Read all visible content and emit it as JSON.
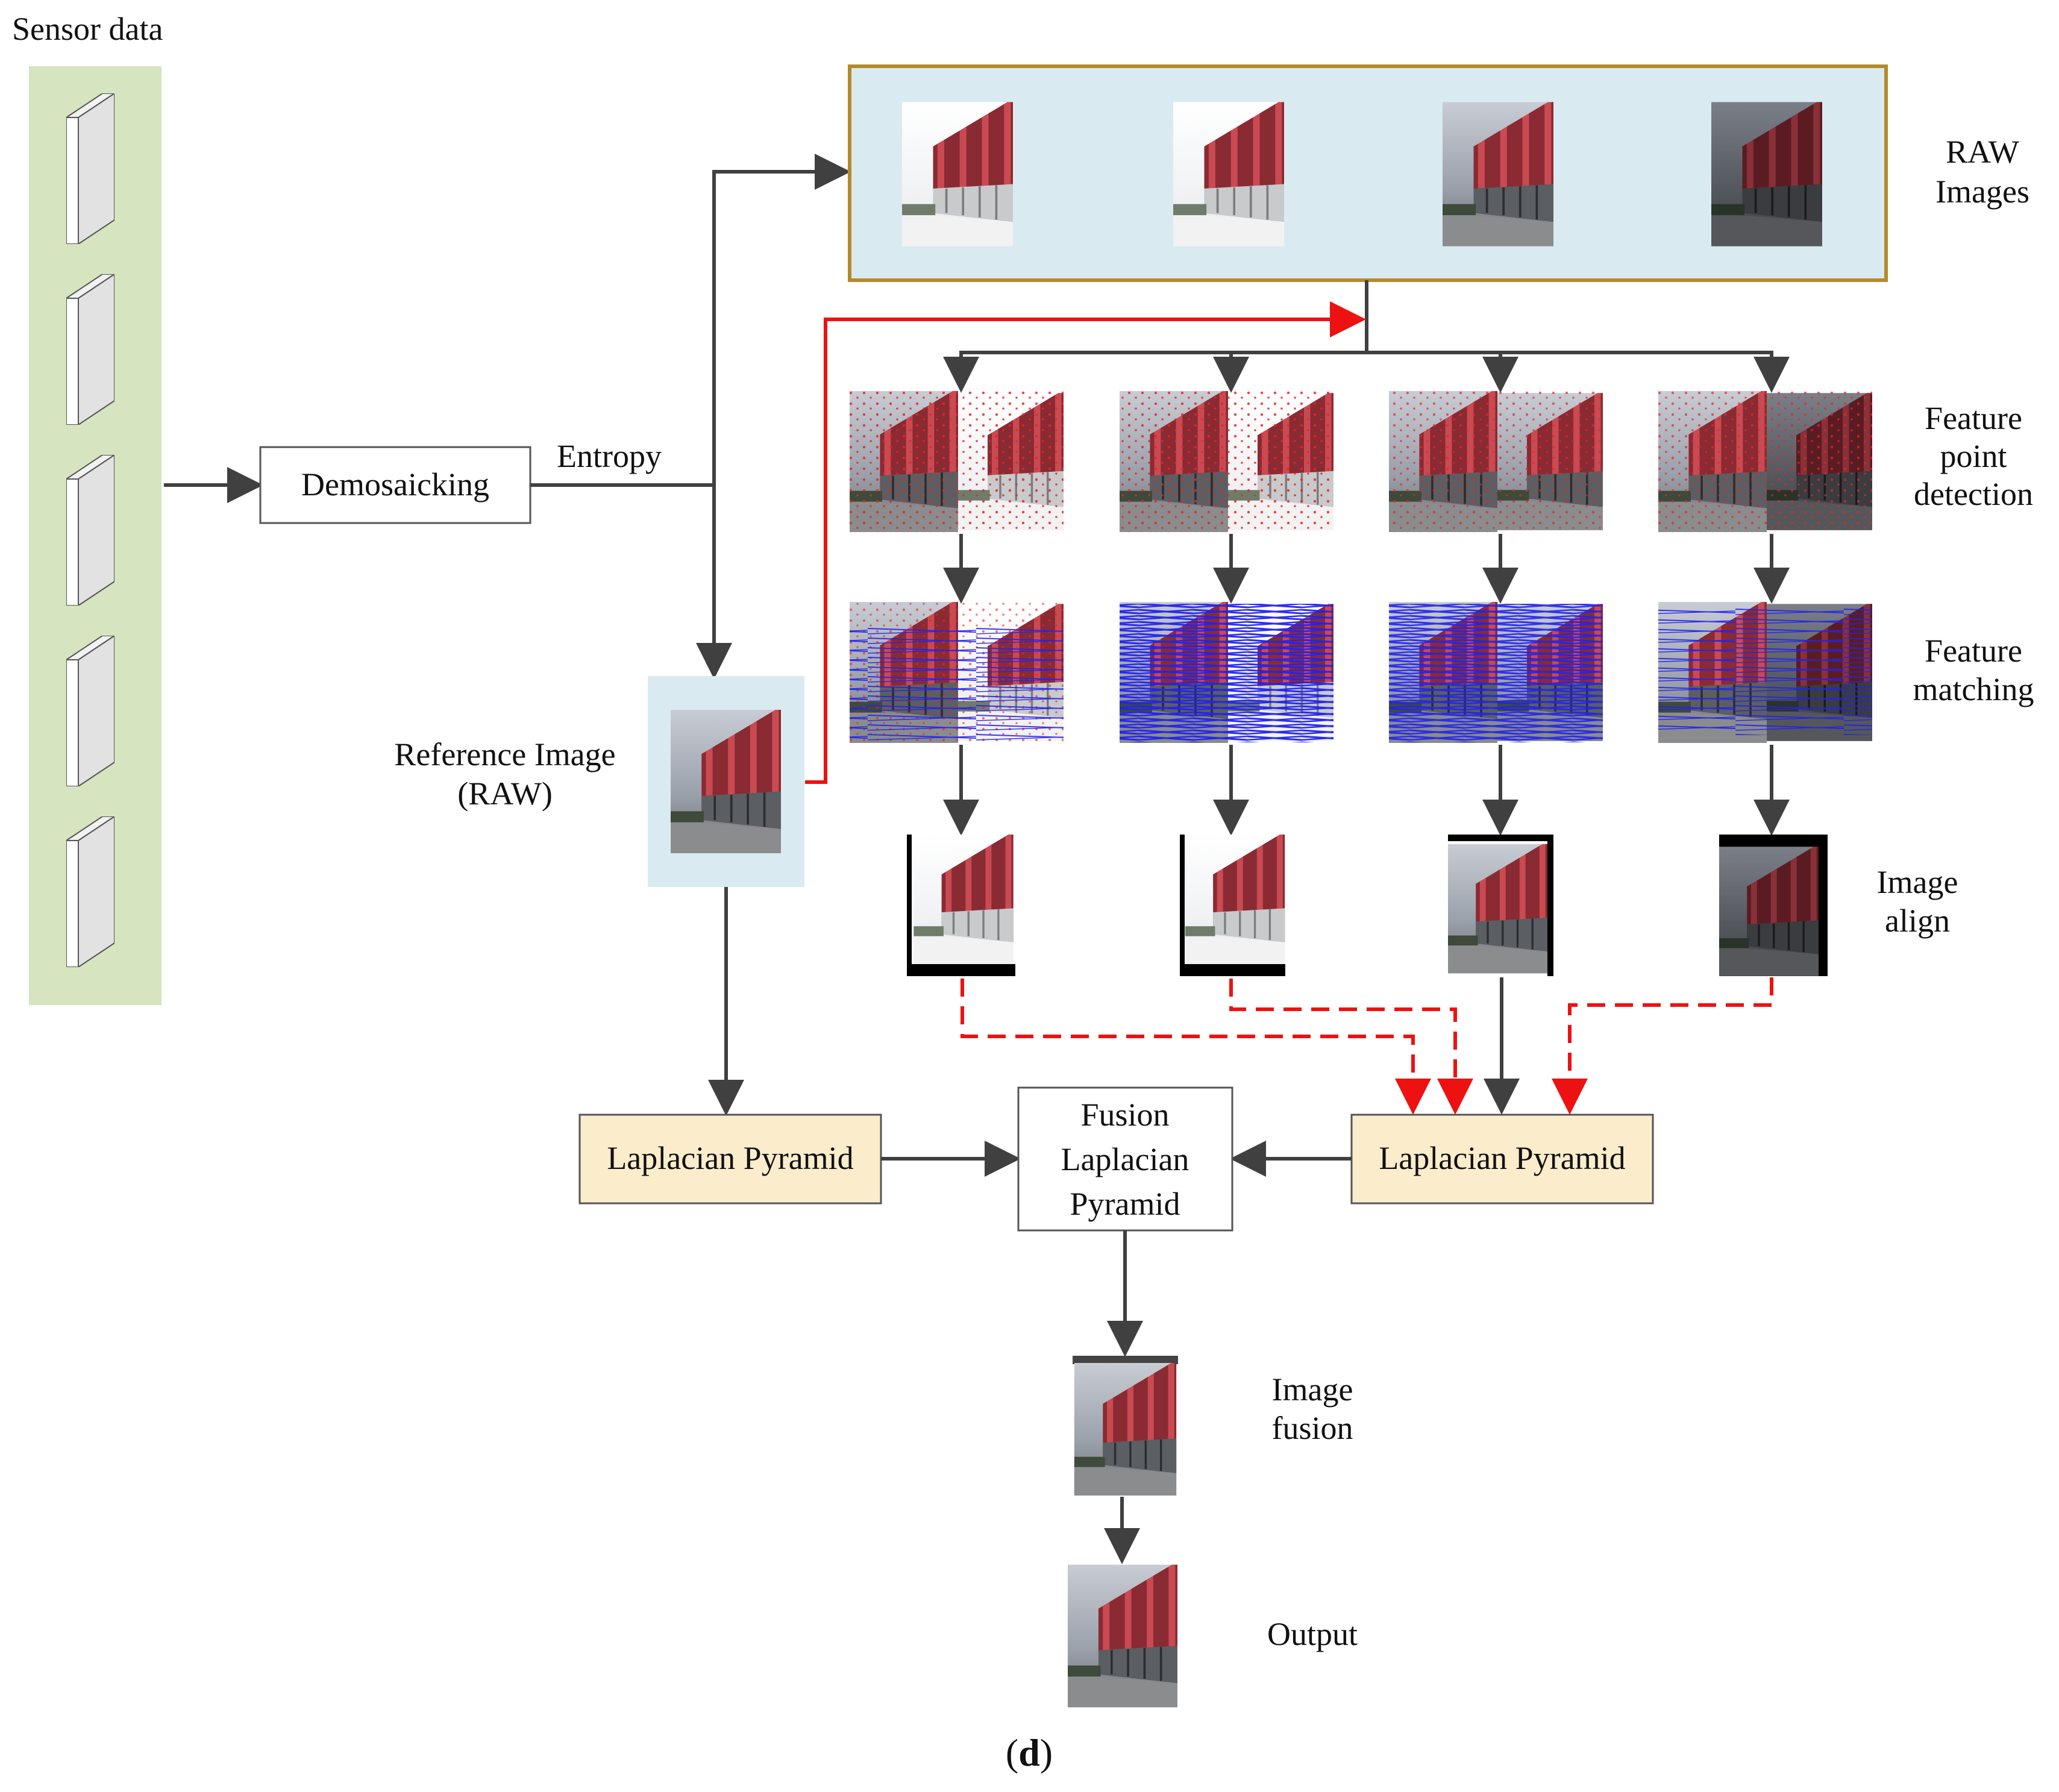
{
  "labels": {
    "sensor_data": "Sensor data",
    "demosaicking": "Demosaicking",
    "entropy": "Entropy",
    "raw_images_1": "RAW",
    "raw_images_2": "Images",
    "feature_point_1": "Feature",
    "feature_point_2": "point",
    "feature_point_3": "detection",
    "feature_matching_1": "Feature",
    "feature_matching_2": "matching",
    "image_align_1": "Image",
    "image_align_2": "align",
    "reference_image_1": "Reference Image",
    "reference_image_2": "(RAW)",
    "laplacian_left": "Laplacian Pyramid",
    "laplacian_right": "Laplacian Pyramid",
    "fusion_1": "Fusion",
    "fusion_2": "Laplacian",
    "fusion_3": "Pyramid",
    "image_fusion_1": "Image",
    "image_fusion_2": "fusion",
    "output": "Output",
    "panel_label_open": "(",
    "panel_label_letter": "d",
    "panel_label_close": ")"
  },
  "colors": {
    "arrow": "#404040",
    "red_arrow": "#ee1111",
    "sensor_panel": "#d6e4bf",
    "raw_panel_fill": "#d9ebf1",
    "raw_panel_border": "#b48a2a",
    "laplacian_fill": "#fbeccb",
    "feature_point": "#ee2222",
    "match_line": "#2222ee"
  }
}
